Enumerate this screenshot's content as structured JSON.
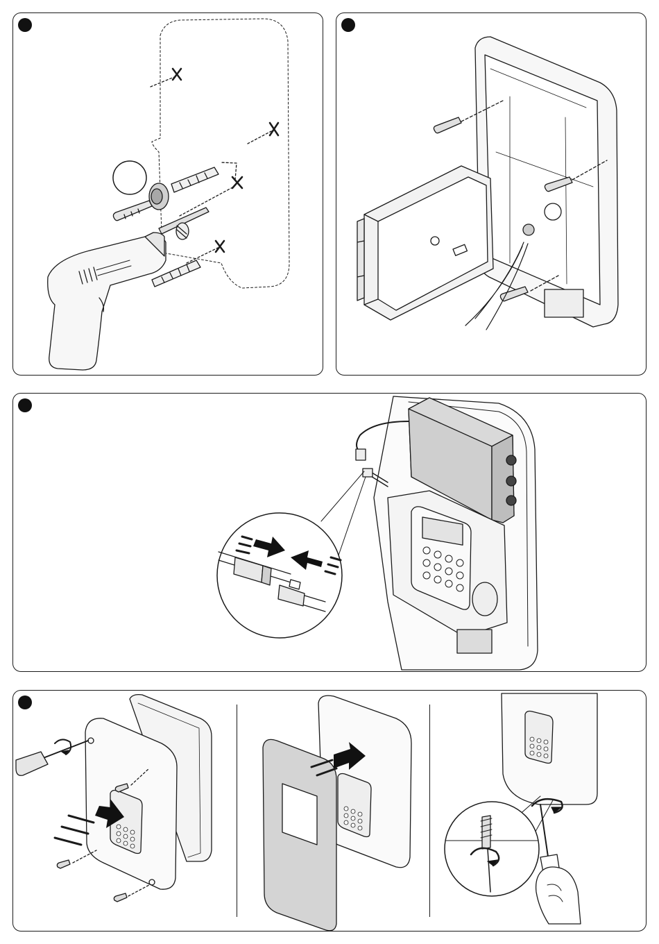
{
  "diagram": {
    "steps": [
      {
        "id": 1,
        "marker": "black-circle",
        "content": "drill-wall-holes-insert-plugs"
      },
      {
        "id": 2,
        "marker": "black-circle",
        "content": "screw-base-to-wall"
      },
      {
        "id": 3,
        "marker": "black-circle",
        "content": "connect-battery-connector"
      },
      {
        "id": 4,
        "marker": "black-circle",
        "content": "close-cover-and-screw"
      }
    ],
    "icons": [
      "drill-icon",
      "screw-icon",
      "wall-plug-icon",
      "cross-mark-icon",
      "arrow-icon",
      "screwdriver-icon",
      "hand-icon",
      "connector-icon",
      "keypad-icon",
      "battery-icon"
    ],
    "colors": {
      "line": "#1a1a1a",
      "fill_light": "#f2f2f2",
      "fill_mid": "#d9d9d9",
      "fill_dark": "#bdbdbd",
      "arrow": "#111111"
    }
  }
}
